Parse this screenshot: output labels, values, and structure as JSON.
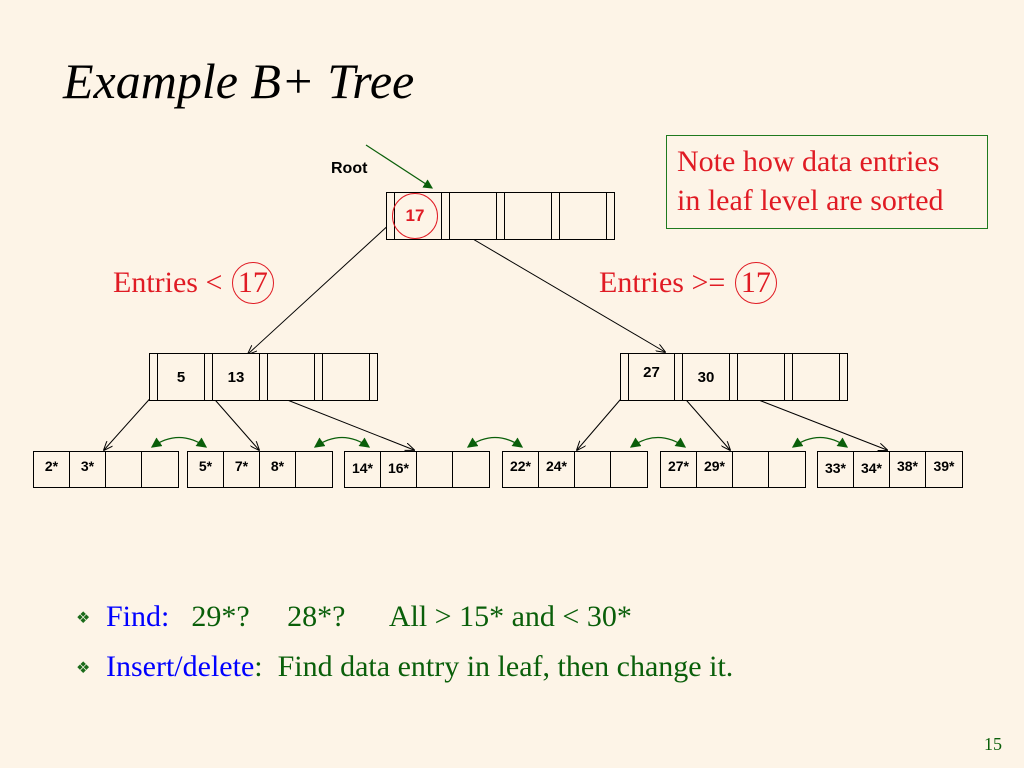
{
  "title": "Example B+ Tree",
  "note": {
    "line1": "Note how data entries",
    "line2": "in leaf level are sorted"
  },
  "root_label": "Root",
  "entries_left": {
    "text": "Entries <",
    "key": "17"
  },
  "entries_right": {
    "text": "Entries >=",
    "key": "17"
  },
  "root_node": {
    "key": "17"
  },
  "inner_left": {
    "keys": [
      "5",
      "13"
    ]
  },
  "inner_right": {
    "keys": [
      "27",
      "30"
    ]
  },
  "leaves": [
    {
      "cells": [
        "2*",
        "3*",
        "",
        ""
      ]
    },
    {
      "cells": [
        "5*",
        "7*",
        "8*",
        ""
      ]
    },
    {
      "cells": [
        "14*",
        "16*",
        "",
        ""
      ]
    },
    {
      "cells": [
        "22*",
        "24*",
        "",
        ""
      ]
    },
    {
      "cells": [
        "27*",
        "29*",
        "",
        ""
      ]
    },
    {
      "cells": [
        "33*",
        "34*",
        "38*",
        "39*"
      ]
    }
  ],
  "bullets": {
    "find": {
      "label": "Find:",
      "rest": "29*?     28*?      All > 15* and < 30*"
    },
    "insert": {
      "label": "Insert/delete",
      "rest": ":  Find data entry in leaf, then change it."
    }
  },
  "slide_number": "15",
  "colors": {
    "background": "#fdf4e7",
    "red": "#e01b24",
    "green": "#0a5f0a",
    "blue": "#0000ff"
  }
}
